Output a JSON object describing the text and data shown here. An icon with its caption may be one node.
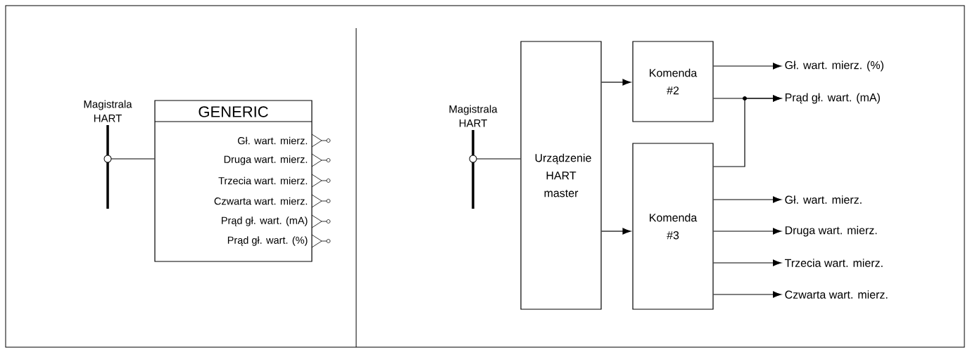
{
  "diagram": {
    "nodes": [
      {
        "text": [],
        "shape": "bar",
        "beside": [
          "Magistrala HART"
        ]
      },
      {
        "text": [
          "GENERIC",
          "Gł. wart. mierz.",
          "Druga wart. mierz.",
          "Trzecia wart. mierz.",
          "Czwarta wart. mierz.",
          "Prąd gł. wart. (mA)",
          "Prąd gł. wart. (%)"
        ]
      },
      {
        "text": [],
        "shape": "bar",
        "beside": [
          "Magistrala HART"
        ]
      },
      {
        "text": [
          "Urządzenie HART master"
        ]
      },
      {
        "text": [
          "Komenda #2"
        ]
      },
      {
        "text": [
          "Komenda #3"
        ]
      },
      {
        "text": [
          "Gł. wart. mierz. (%)"
        ]
      },
      {
        "text": [
          "Prąd gł. wart. (mA)"
        ]
      },
      {
        "text": [
          "Gł. wart. mierz."
        ]
      },
      {
        "text": [
          "Druga wart. mierz."
        ]
      },
      {
        "text": [
          "Trzecia wart. mierz."
        ]
      },
      {
        "text": [
          "Czwarta wart. mierz."
        ]
      }
    ],
    "edges": [
      {
        "from": 0,
        "to": 1,
        "arrow": "none"
      },
      {
        "from": 2,
        "to": 3,
        "arrow": "none"
      },
      {
        "from": 3,
        "to": 4,
        "arrow": "to"
      },
      {
        "from": 3,
        "to": 5,
        "arrow": "to"
      },
      {
        "from": 4,
        "to": 6,
        "arrow": "to"
      },
      {
        "from": 4,
        "to": 7,
        "arrow": "to"
      },
      {
        "from": 5,
        "to": 7,
        "arrow": "to"
      },
      {
        "from": 5,
        "to": 8,
        "arrow": "to"
      },
      {
        "from": 5,
        "to": 9,
        "arrow": "to"
      },
      {
        "from": 5,
        "to": 10,
        "arrow": "to"
      },
      {
        "from": 5,
        "to": 11,
        "arrow": "to"
      }
    ]
  }
}
